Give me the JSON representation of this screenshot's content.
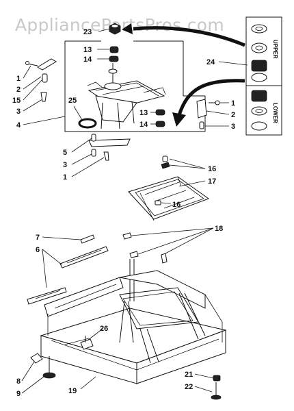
{
  "watermark": "AppliancePartsPros.com",
  "side_labels": {
    "upper": "UPPER",
    "lower": "LOWER"
  },
  "callouts": {
    "n23": "23",
    "n13a": "13",
    "n14a": "14",
    "n24": "24",
    "n1a": "1",
    "n2a": "2",
    "n15": "15",
    "n3a": "3",
    "n4": "4",
    "n25": "25",
    "n13b": "13",
    "n14b": "14",
    "n1b": "1",
    "n2b": "2",
    "n3b": "3",
    "n5": "5",
    "n3c": "3",
    "n1c": "1",
    "n16a": "16",
    "n17": "17",
    "n16b": "16",
    "n18": "18",
    "n7": "7",
    "n6": "6",
    "n26": "26",
    "n8": "8",
    "n9": "9",
    "n19": "19",
    "n21": "21",
    "n22": "22"
  }
}
